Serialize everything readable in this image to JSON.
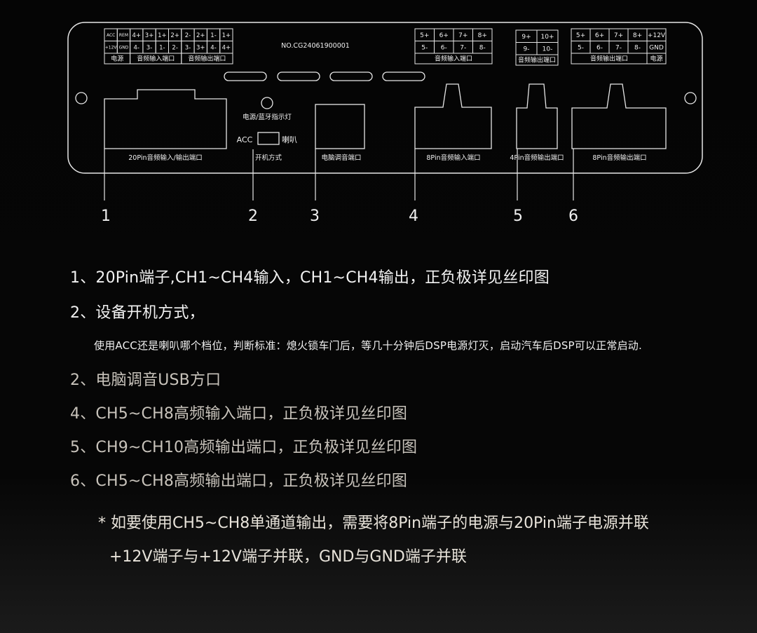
{
  "panel": {
    "serial": "NO.CG24061900001",
    "left_block": {
      "row1": [
        "ACC",
        "REM",
        "4+",
        "3+",
        "1+",
        "2+",
        "2-",
        "2+",
        "1-",
        "1+"
      ],
      "row2": [
        "+12V",
        "GND",
        "4-",
        "3-",
        "1-",
        "2-",
        "3-",
        "3+",
        "4-",
        "4+"
      ],
      "row3": [
        "电源",
        "音频输入端口",
        "音频输出端口"
      ]
    },
    "block_a": {
      "row1": [
        "5+",
        "6+",
        "7+",
        "8+"
      ],
      "row2": [
        "5-",
        "6-",
        "7-",
        "8-"
      ],
      "label": "音频输入端口"
    },
    "block_b": {
      "row1": [
        "9+",
        "10+"
      ],
      "row2": [
        "9-",
        "10-"
      ],
      "label": "音频输出端口"
    },
    "block_c": {
      "row1": [
        "5+",
        "6+",
        "7+",
        "8+",
        "+12V"
      ],
      "row2": [
        "5-",
        "6-",
        "7-",
        "8-",
        "GND"
      ],
      "label_out": "音频输出端口",
      "label_power": "电源"
    },
    "port_labels": {
      "p20": "20Pin音频输入/输出端口",
      "led": "电源/蓝牙指示灯",
      "acc": "ACC",
      "speaker": "喇叭",
      "startup": "开机方式",
      "usb": "电脑调音端口",
      "p8in": "8Pin音频输入端口",
      "p4out": "4Pin音频输出端口",
      "p8out": "8Pin音频输出端口"
    },
    "callouts": [
      "1",
      "2",
      "3",
      "4",
      "5",
      "6"
    ]
  },
  "descriptions": {
    "d1": "1、20Pin端子,CH1~CH4输入，CH1~CH4输出，正负极详见丝印图",
    "d2": "2、设备开机方式，",
    "d2_detail": "使用ACC还是喇叭哪个档位，判断标准：熄火锁车门后，等几十分钟后DSP电源灯灭，启动汽车后DSP可以正常启动.",
    "d3": "2、电脑调音USB方口",
    "d4": "4、CH5~CH8高频输入端口，正负极详见丝印图",
    "d5": "5、CH9~CH10高频输出端口，正负极详见丝印图",
    "d6": "6、CH5~CH8高频输出端口，正负极详见丝印图",
    "note1": "* 如要使用CH5~CH8单通道输出，需要将8Pin端子的电源与20Pin端子电源并联",
    "note2": "+12V端子与+12V端子并联，GND与GND端子并联"
  }
}
